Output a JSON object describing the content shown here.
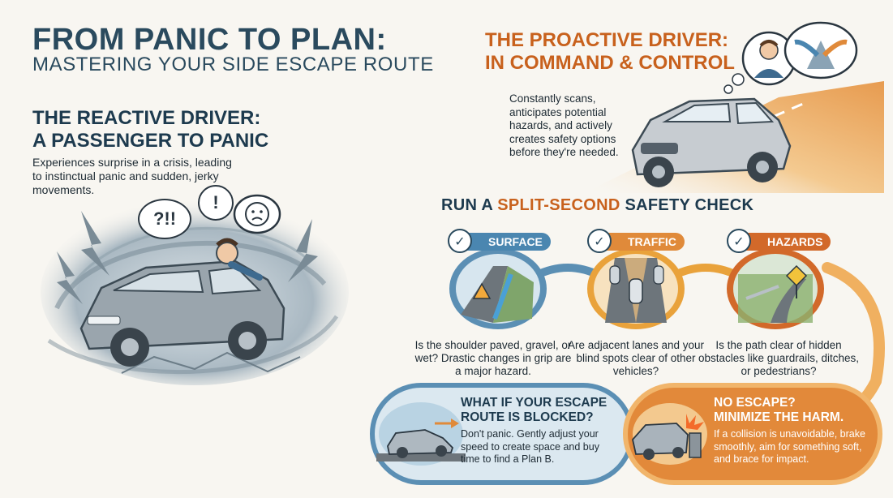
{
  "header": {
    "title": "FROM PANIC TO PLAN:",
    "subtitle": "MASTERING YOUR SIDE ESCAPE ROUTE"
  },
  "reactive": {
    "title_line1": "THE REACTIVE DRIVER:",
    "title_line2": "A PASSENGER TO PANIC",
    "description": "Experiences surprise in a crisis, leading to instinctual panic and sudden, jerky movements.",
    "bubble_1": "?!!",
    "bubble_2": "!"
  },
  "proactive": {
    "title_line1": "THE PROACTIVE DRIVER:",
    "title_line2": "IN COMMAND & CONTROL",
    "description": "Constantly scans, anticipates potential hazards, and actively creates safety options before they're needed."
  },
  "safety_check": {
    "heading_prefix": "RUN A ",
    "heading_accent": "SPLIT-SECOND",
    "heading_suffix": " SAFETY CHECK",
    "items": [
      {
        "label": "SURFACE",
        "check": "✓",
        "description": "Is the shoulder paved, gravel, or wet? Drastic changes in grip are a major hazard."
      },
      {
        "label": "TRAFFIC",
        "check": "✓",
        "description": "Are adjacent lanes and your blind spots clear of other vehicles?"
      },
      {
        "label": "HAZARDS",
        "check": "✓",
        "description": "Is the path clear of hidden obstacles like guardrails, ditches, or pedestrians?"
      }
    ]
  },
  "blocked": {
    "title_line1": "WHAT IF YOUR ESCAPE",
    "title_line2": "ROUTE IS BLOCKED?",
    "description": "Don't panic. Gently adjust your speed to create space and buy time to find a Plan B."
  },
  "no_escape": {
    "title_line1": "NO ESCAPE?",
    "title_line2": "MINIMIZE THE HARM.",
    "description": "If a collision is unavoidable, brake smoothly, aim for something soft, and brace for impact."
  },
  "colors": {
    "navy": "#2a4a5e",
    "orange": "#c8611d",
    "blue_ring": "#4a86b0",
    "orange_ring": "#e08a3a",
    "amber": "#e9a23b"
  },
  "icons": [
    "check-icon",
    "warning-sign-icon",
    "pedestrian-sign-icon",
    "car-icon",
    "lightning-icon",
    "speed-arrow-icon",
    "crash-burst-icon"
  ]
}
